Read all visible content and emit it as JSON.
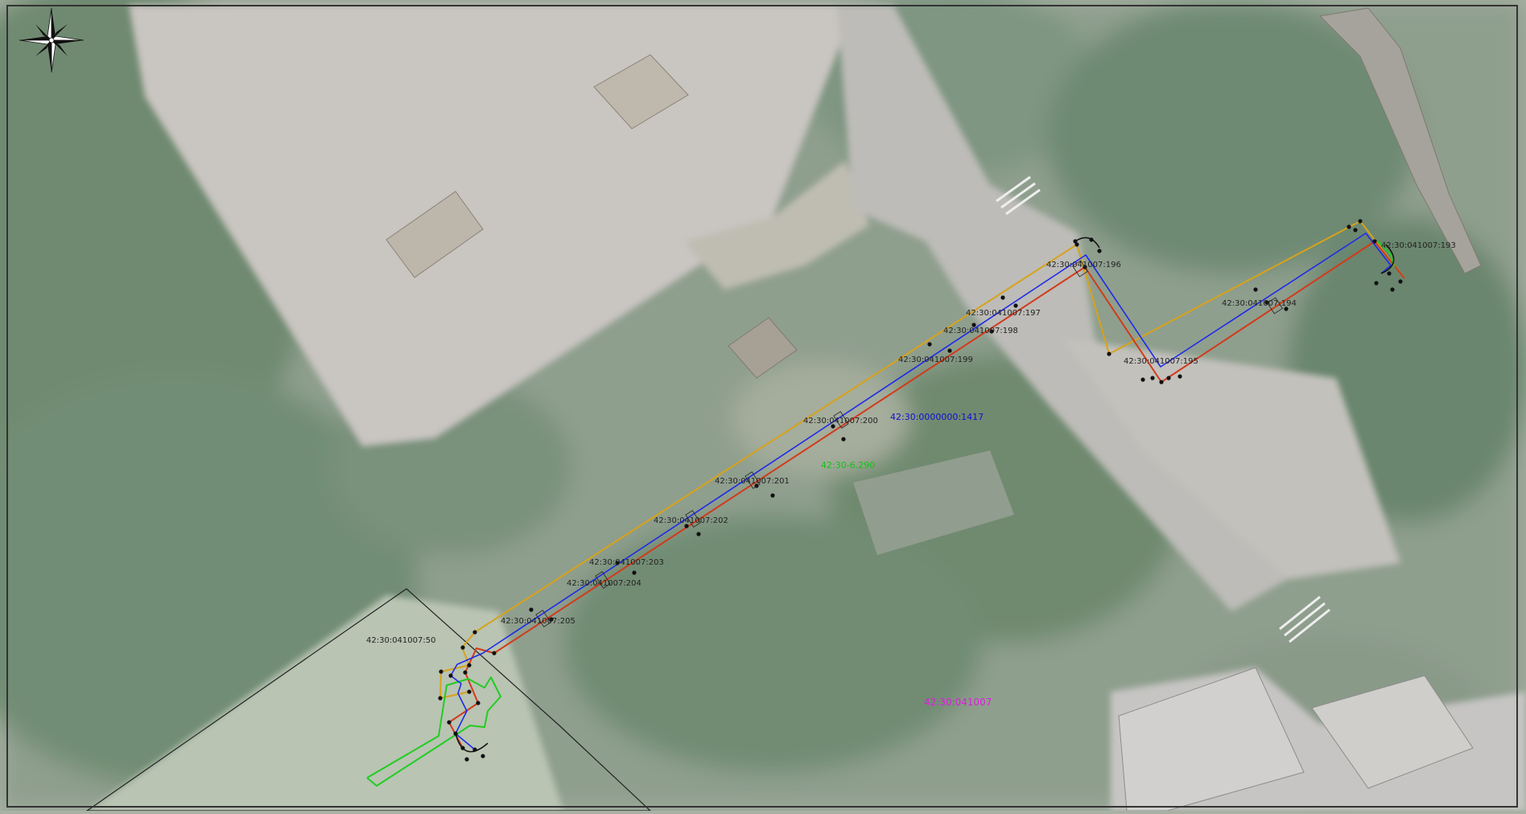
{
  "map": {
    "compass_icon": "compass-rose-icon",
    "parcel_labels": [
      "42:30:041007:196",
      "42:30:041007:197",
      "42:30:041007:198",
      "42:30:041007:199",
      "42:30:041007:200",
      "42:30:041007:201",
      "42:30:041007:202",
      "42:30:041007:203",
      "42:30:041007:204",
      "42:30:041007:205",
      "42:30:041007:194",
      "42:30:041007:195",
      "42:30:041007:193"
    ],
    "large_parcel_label": "42:30:041007:50",
    "cadastral_block_label": "42:30:041007",
    "linear_object_label": "42:30:0000000:1417",
    "zone_label": "42:30-6.290",
    "colors": {
      "route_center": "#1f2be8",
      "buffer_red": "#d23a1a",
      "buffer_orange": "#d8a21a",
      "buffer_green": "#22cc22",
      "block_label": "#e01ce0",
      "boundary_black": "#222222"
    }
  }
}
